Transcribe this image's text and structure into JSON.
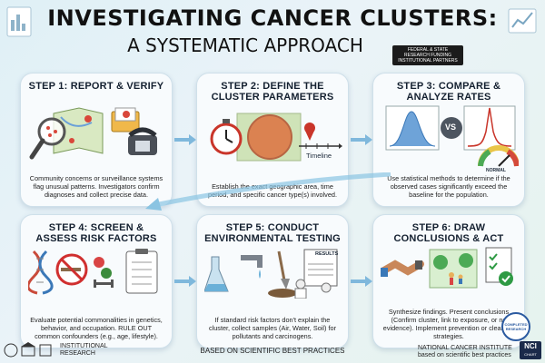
{
  "header": {
    "title_line1": "INVESTIGATING CANCER CLUSTERS:",
    "title_line2": "A SYSTEMATIC APPROACH",
    "badge": "FEDERAL & STATE RESEARCH FUNDING INSTITUTIONAL PARTNERS"
  },
  "steps": [
    {
      "title": "STEP 1: REPORT & VERIFY",
      "desc": "Community concerns or surveillance systems flag unusual patterns. Investigators confirm diagnoses and collect precise data."
    },
    {
      "title": "STEP 2: DEFINE THE CLUSTER PARAMETERS",
      "timeline_label": "Timeline",
      "desc": "Establish the exact geographic area, time period, and specific cancer type(s) involved."
    },
    {
      "title": "STEP 3: COMPARE & ANALYZE RATES",
      "vs_label": "VS",
      "gauge_label": "NORMAL",
      "desc": "Use statistical methods to determine if the observed cases significantly exceed the baseline for the population."
    },
    {
      "title": "STEP 4: SCREEN & ASSESS RISK FACTORS",
      "desc": "Evaluate potential commonalities in genetics, behavior, and occupation. RULE OUT common confounders (e.g., age, lifestyle)."
    },
    {
      "title": "STEP 5: CONDUCT ENVIRONMENTAL TESTING",
      "results_label": "RESULTS",
      "desc": "If standard risk factors don't explain the cluster, collect samples (Air, Water, Soil) for pollutants and carcinogens."
    },
    {
      "title": "STEP 6: DRAW CONCLUSIONS & ACT",
      "desc": "Synthesize findings. Present conclusions (Confirm cluster, link to exposure, or no evidence). Implement prevention or clean-up strategies."
    }
  ],
  "footer": {
    "left_label": "INSTITUTIONAL RESEARCH",
    "center": "BASED ON SCIENTIFIC BEST PRACTICES",
    "right_label": "NATIONAL CANCER INSTITUTE based on scientific best practices",
    "nci_logo": "NCI",
    "nci_sub": "CHART",
    "seal_text": "COMPLETED RESEARCH"
  }
}
